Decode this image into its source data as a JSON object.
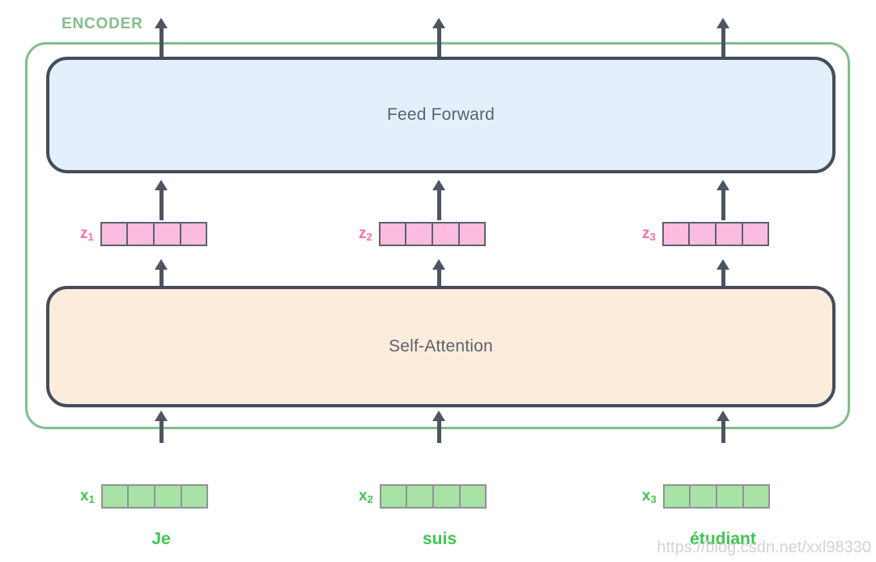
{
  "diagram": {
    "title_label": "ENCODER",
    "layers": [
      {
        "id": "feed-forward",
        "label": "Feed Forward",
        "fill": "#e3f0fc"
      },
      {
        "id": "self-attention",
        "label": "Self-Attention",
        "fill": "#fcecdc"
      }
    ],
    "encoder_border_color": "#83bd8d",
    "layer_border_color": "#454d5a",
    "arrow_color": "#4d5560"
  },
  "z_vectors": [
    {
      "name": "z",
      "sub": "1",
      "cells": 4,
      "color": "#f6eff6",
      "label_color": "#f66fab",
      "cell_fill": "#fcbcdf"
    },
    {
      "name": "z",
      "sub": "2",
      "cells": 4,
      "color": "#f6eff6",
      "label_color": "#f66fab",
      "cell_fill": "#fcbcdf"
    },
    {
      "name": "z",
      "sub": "3",
      "cells": 4,
      "color": "#f6eff6",
      "label_color": "#f66fab",
      "cell_fill": "#fcbcdf"
    }
  ],
  "x_vectors": [
    {
      "name": "x",
      "sub": "1",
      "cells": 4,
      "label_color": "#40c451",
      "cell_fill": "#a8e2a4"
    },
    {
      "name": "x",
      "sub": "2",
      "cells": 4,
      "label_color": "#40c451",
      "cell_fill": "#a8e2a4"
    },
    {
      "name": "x",
      "sub": "3",
      "cells": 4,
      "label_color": "#40c451",
      "cell_fill": "#a8e2a4"
    }
  ],
  "tokens": [
    {
      "word": "Je"
    },
    {
      "word": "suis"
    },
    {
      "word": "étudiant"
    }
  ],
  "watermark": {
    "text": "https://blog.csdn.net/xxl98330"
  }
}
